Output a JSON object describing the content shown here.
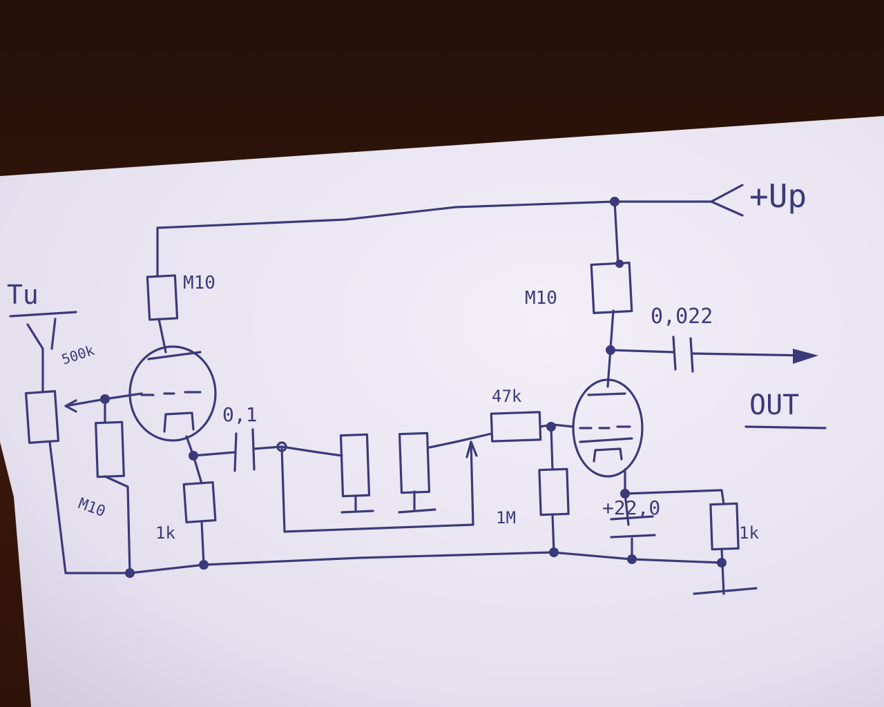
{
  "labels": {
    "supply": "+Up",
    "input": "Tu",
    "input_pot": "500k",
    "r_plate1": "M10",
    "r_grid1": "M10",
    "r_cathode1": "1k",
    "c_coupling": "0,1",
    "r_series": "47k",
    "r_grid2": "1M",
    "r_plate2": "M10",
    "c_output": "0,022",
    "c_cathode2": "+22,0",
    "r_cathode2": "1k",
    "output": "OUT"
  },
  "colors": {
    "ink": "#3a3a7a",
    "paper": "#ebe7f2",
    "background": "#2a0f08"
  }
}
